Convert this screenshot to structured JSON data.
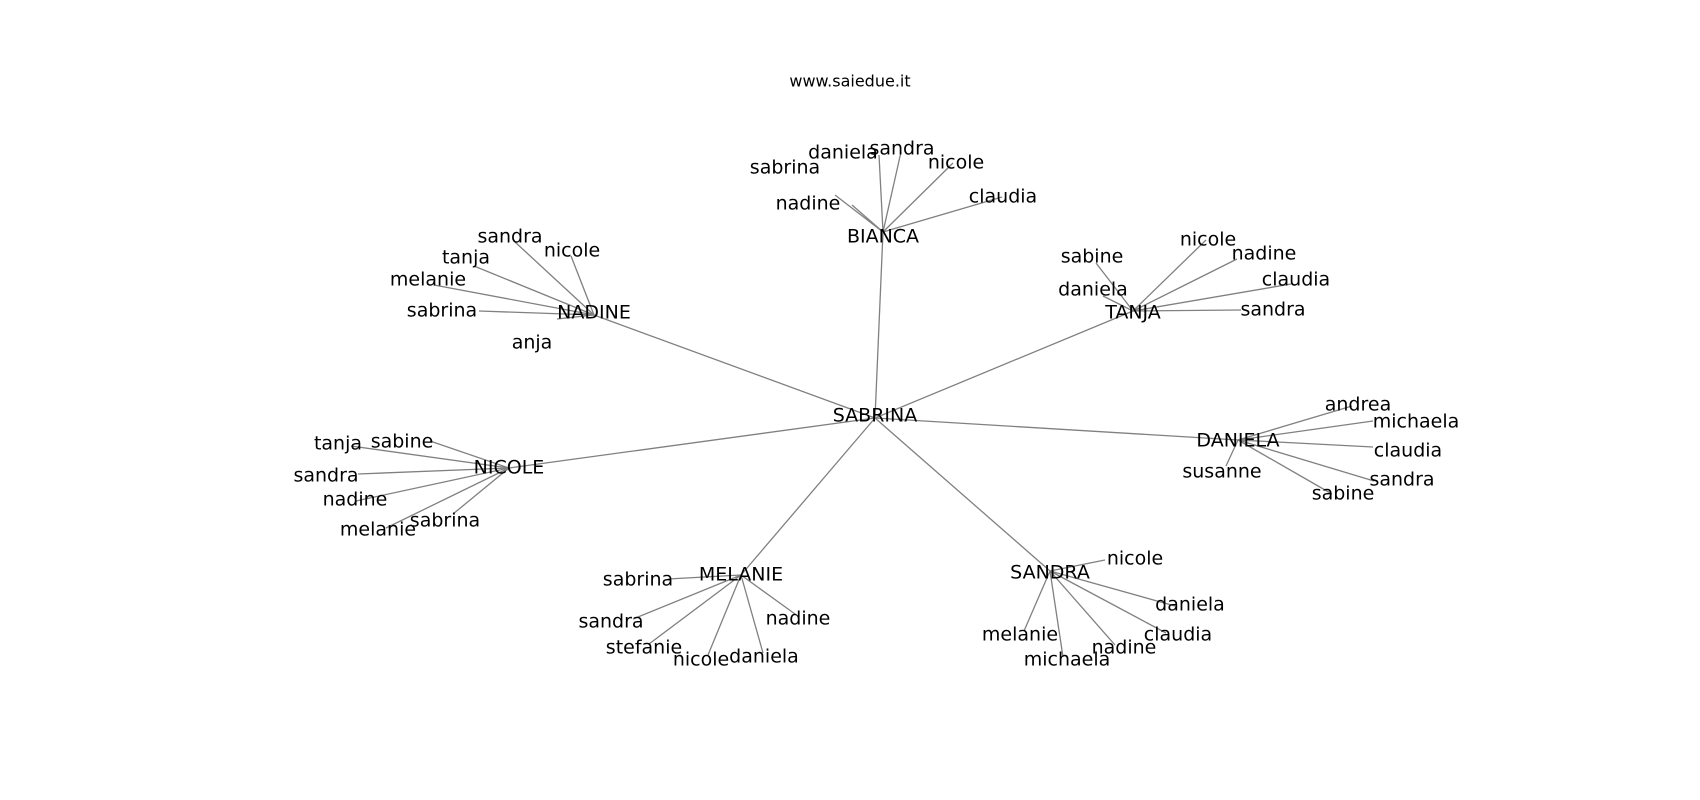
{
  "source_caption": "www.saiedue.it",
  "graph": {
    "root": "SABRINA",
    "hubs": [
      {
        "name": "BIANCA",
        "leaves": [
          "sabrina",
          "daniela",
          "sandra",
          "nicole",
          "claudia",
          "nadine"
        ]
      },
      {
        "name": "NADINE",
        "leaves": [
          "sandra",
          "nicole",
          "tanja",
          "melanie",
          "sabrina",
          "anja"
        ]
      },
      {
        "name": "TANJA",
        "leaves": [
          "sabine",
          "nicole",
          "nadine",
          "claudia",
          "daniela",
          "sandra"
        ]
      },
      {
        "name": "DANIELA",
        "leaves": [
          "andrea",
          "michaela",
          "claudia",
          "susanne",
          "sandra",
          "sabine"
        ]
      },
      {
        "name": "NICOLE",
        "leaves": [
          "tanja",
          "sabine",
          "sandra",
          "nadine",
          "sabrina",
          "melanie"
        ]
      },
      {
        "name": "MELANIE",
        "leaves": [
          "sabrina",
          "sandra",
          "nadine",
          "stefanie",
          "nicole",
          "daniela"
        ]
      },
      {
        "name": "SANDRA",
        "leaves": [
          "nicole",
          "daniela",
          "claudia",
          "nadine",
          "michaela",
          "melanie"
        ]
      }
    ]
  },
  "colors": {
    "edge": "#808080",
    "text": "#000000",
    "background": "#ffffff"
  }
}
